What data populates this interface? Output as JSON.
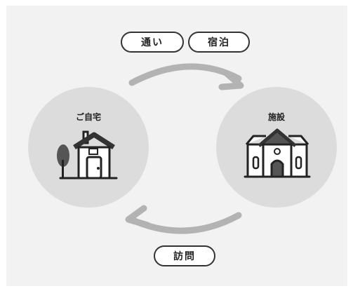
{
  "top_buttons": [
    {
      "label": "通い"
    },
    {
      "label": "宿泊"
    }
  ],
  "bottom_button": {
    "label": "訪問"
  },
  "left_node": {
    "label": "ご自宅",
    "icon": "house-icon"
  },
  "right_node": {
    "label": "施設",
    "icon": "facility-icon"
  },
  "colors": {
    "background": "#f2f2f2",
    "circle": "#dcdcdc",
    "arrow": "#b3b3b3",
    "outline": "#333333"
  }
}
